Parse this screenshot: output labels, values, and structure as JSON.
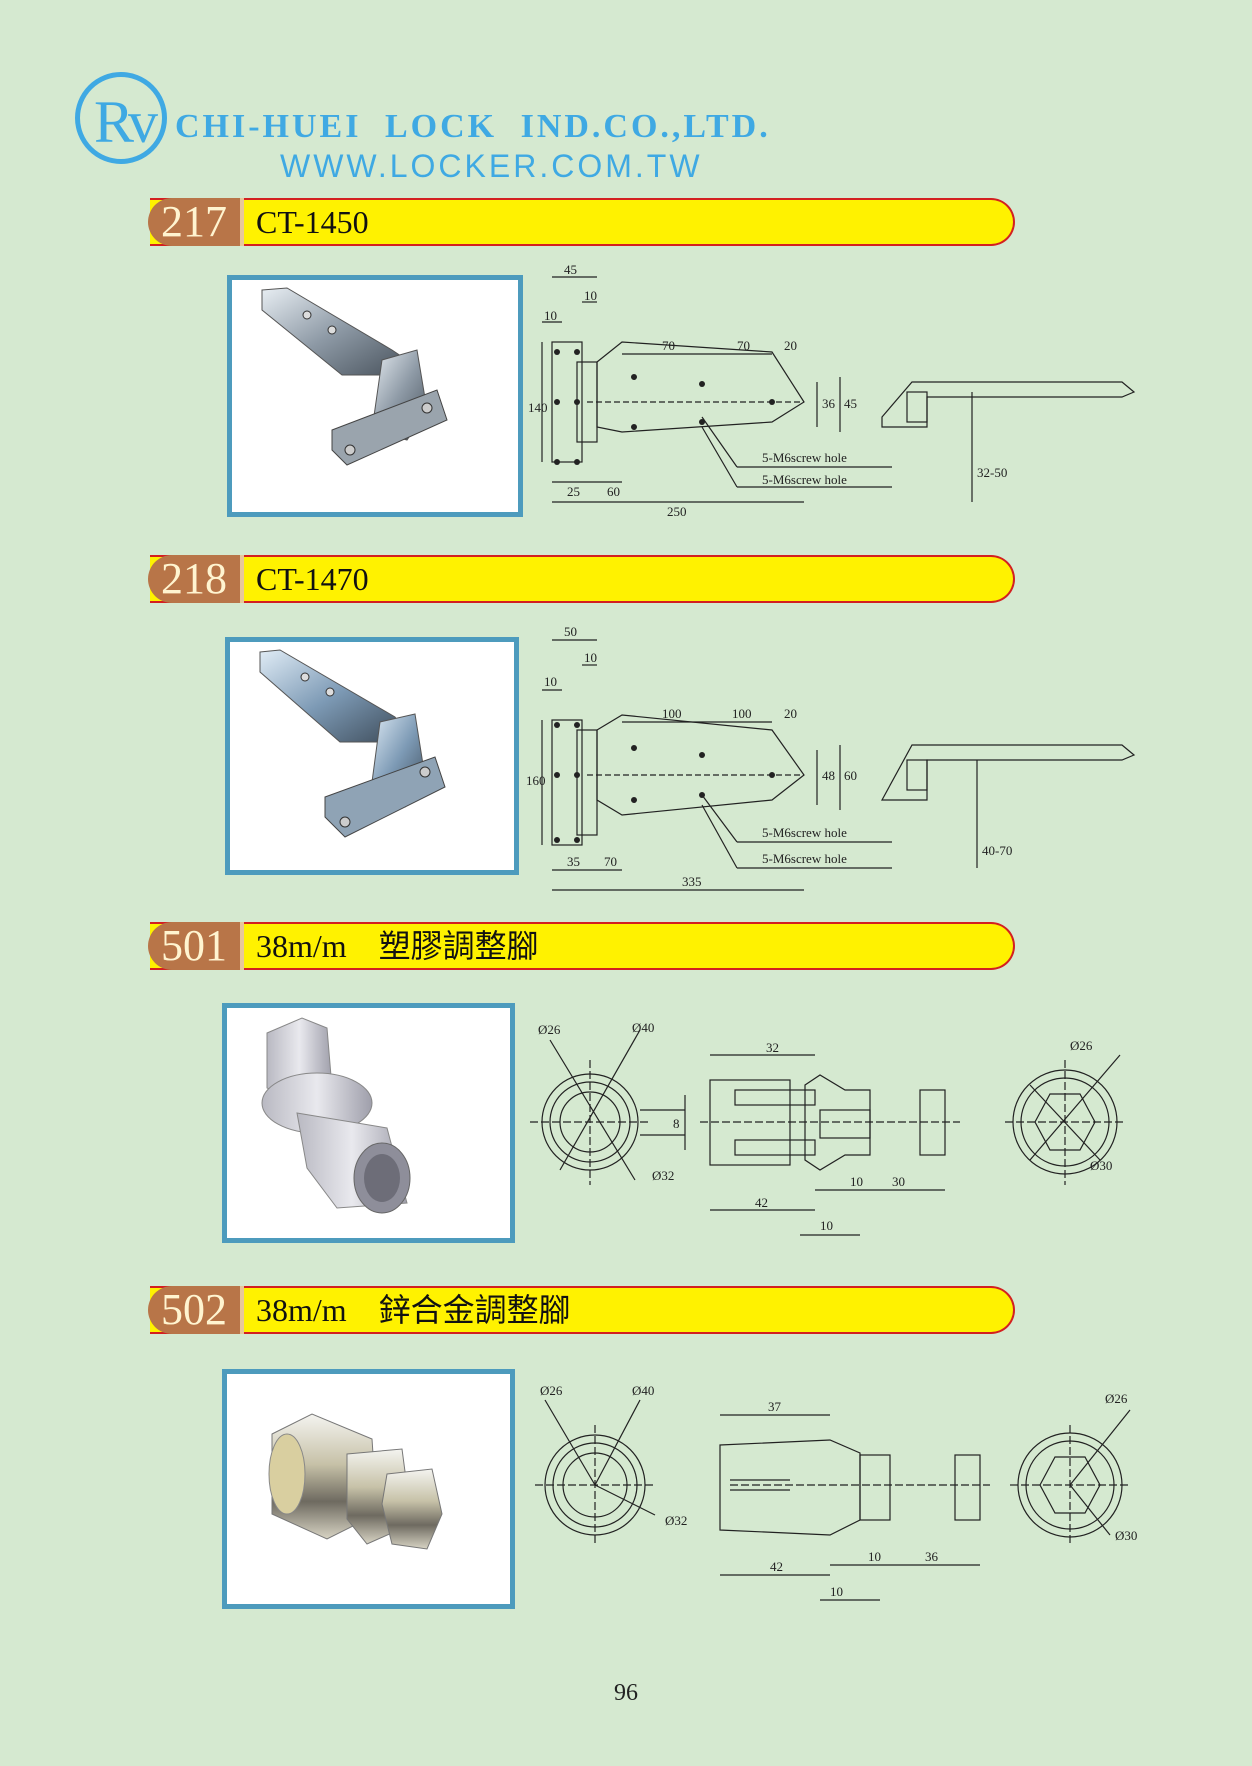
{
  "header": {
    "logo": "Rv",
    "company": "CHI-HUEI LOCK IND.CO.,LTD.",
    "website": "WWW.LOCKER.COM.TW"
  },
  "sections": [
    {
      "number": "217",
      "title": "CT-1450",
      "dims": {
        "d1": "45",
        "d2": "10",
        "d3": "10",
        "d4": "70",
        "d5": "70",
        "d6": "20",
        "d7": "140",
        "d8": "36",
        "d9": "45",
        "d10": "25",
        "d11": "60",
        "d12": "250",
        "note1": "5-M6screw hole",
        "note2": "5-M6screw hole",
        "side": "32-50"
      }
    },
    {
      "number": "218",
      "title": "CT-1470",
      "dims": {
        "d1": "50",
        "d2": "10",
        "d3": "10",
        "d4": "100",
        "d5": "100",
        "d6": "20",
        "d7": "160",
        "d8": "48",
        "d9": "60",
        "d10": "35",
        "d11": "70",
        "d12": "335",
        "note1": "5-M6screw hole",
        "note2": "5-M6screw hole",
        "side": "40-70"
      }
    },
    {
      "number": "501",
      "title": "38m/m　塑膠調整腳",
      "dims": {
        "dia_a": "Ø26",
        "dia_b": "Ø40",
        "dia_c": "Ø32",
        "h8": "8",
        "w32": "32",
        "w42": "42",
        "w10a": "10",
        "w30": "30",
        "w10b": "10",
        "dia_d": "Ø26",
        "dia_e": "Ø30"
      }
    },
    {
      "number": "502",
      "title": "38m/m　鋅合金調整腳",
      "dims": {
        "dia_a": "Ø26",
        "dia_b": "Ø40",
        "dia_c": "Ø32",
        "w37": "37",
        "w42": "42",
        "w10a": "10",
        "w36": "36",
        "w10b": "10",
        "dia_d": "Ø26",
        "dia_e": "Ø30"
      }
    }
  ],
  "page_number": "96"
}
